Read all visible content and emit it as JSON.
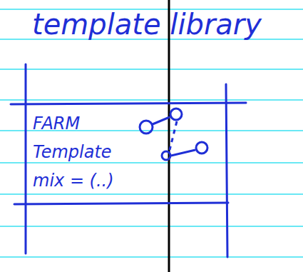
{
  "diagram": {
    "title": "template library",
    "nodes": [
      {
        "text": [
          "FARM Template",
          "mix = (..)"
        ]
      }
    ]
  }
}
